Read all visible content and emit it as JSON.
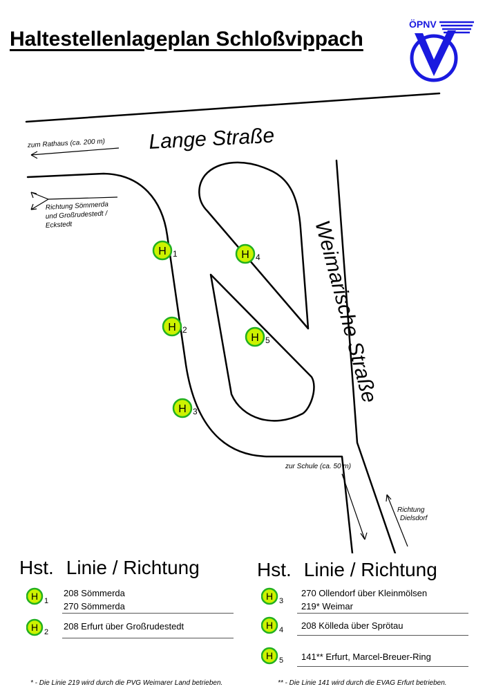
{
  "title": "Haltestellenlageplan Schloßvippach",
  "logo": {
    "text": "ÖPNV",
    "letter": "V"
  },
  "streets": {
    "lange": "Lange Straße",
    "weimarische": "Weimarische Straße"
  },
  "notes": {
    "rathaus": "zum Rathaus (ca. 200 m)",
    "soemmerda_line1": "Richtung Sömmerda",
    "soemmerda_line2": "und Großrudestedt /",
    "soemmerda_line3": "Eckstedt",
    "schule": "zur Schule (ca. 50 m)",
    "dielsdorf_line1": "Richtung",
    "dielsdorf_line2": "Dielsdorf"
  },
  "stop_symbol": "H",
  "stops": [
    {
      "num": "1"
    },
    {
      "num": "2"
    },
    {
      "num": "3"
    },
    {
      "num": "4"
    },
    {
      "num": "5"
    }
  ],
  "table_header": {
    "hst": "Hst.",
    "linie": "Linie / Richtung"
  },
  "table_left": [
    {
      "num": "1",
      "line1": "208 Sömmerda",
      "line2": "270 Sömmerda"
    },
    {
      "num": "2",
      "line1": "208 Erfurt über Großrudestedt",
      "line2": ""
    }
  ],
  "table_right": [
    {
      "num": "3",
      "line1": "270 Ollendorf über Kleinmölsen",
      "line2": "219* Weimar"
    },
    {
      "num": "4",
      "line1": "208 Kölleda über Sprötau",
      "line2": ""
    },
    {
      "num": "5",
      "line1": "141** Erfurt, Marcel-Breuer-Ring",
      "line2": ""
    }
  ],
  "footnotes": {
    "left": "* - Die Linie 219 wird durch die PVG Weimarer Land betrieben.",
    "right": "** - Die Linie 141 wird durch die EVAG Erfurt betrieben."
  },
  "colors": {
    "badge_fill": "#ccf200",
    "badge_stroke": "#22b020",
    "logo_blue": "#1a1adf"
  }
}
